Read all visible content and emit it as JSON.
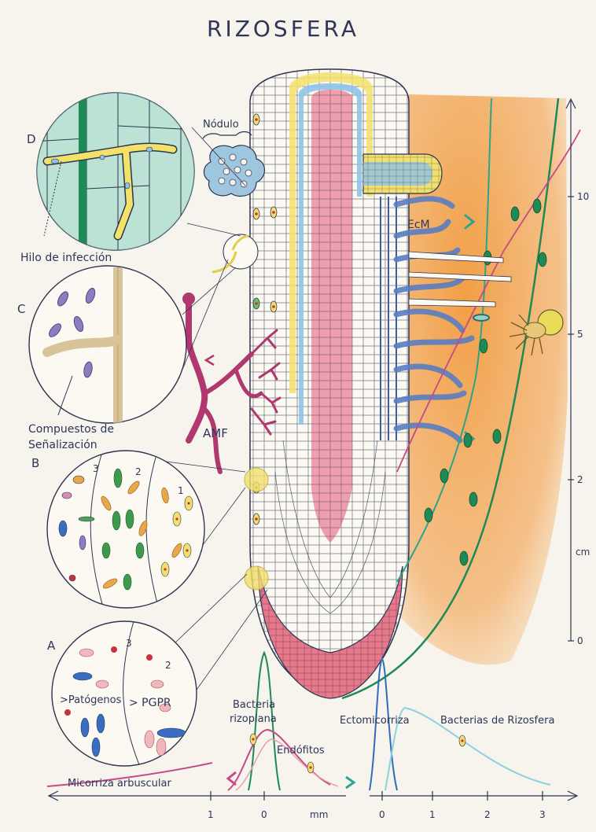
{
  "title": "RIZOSFERA",
  "labels": {
    "nodulo": "Nódulo",
    "hilo": "Hilo de infección",
    "compuestos_1": "Compuestos de",
    "compuestos_2": "Señalización",
    "amf": "AMF",
    "ecm": "EcM",
    "patogenos": ">Patógenos",
    "pgpr": "> PGPR",
    "bact_rizo_1": "Bacteria",
    "bact_rizo_2": "rizoplana",
    "endofitos": "Endófitos",
    "ectomicorriza": "Ectomicorriza",
    "bact_rizosfera": "Bacterias de Rizosfera",
    "micorriza": "Micorriza arbuscular",
    "unit_mm": "mm",
    "unit_cm": "cm"
  },
  "panels": {
    "A": "A",
    "B": "B",
    "C": "C",
    "D": "D"
  },
  "panel_numbers": {
    "a3": "3",
    "a2": "2",
    "b3": "3",
    "b2": "2",
    "b1": "1"
  },
  "axis_bottom_left": [
    "1",
    "0"
  ],
  "axis_bottom_right": [
    "0",
    "1",
    "2",
    "3"
  ],
  "axis_right": [
    "10",
    "5",
    "2",
    "0"
  ],
  "colors": {
    "soil_orange": "#f0a24a",
    "nodule_blue": "#9ec6de",
    "root_tip_pink": "#e87c8a",
    "vascular_pink": "#ec9aa8",
    "amf_magenta": "#b0386e",
    "ecm_blue": "#4a6fb0",
    "hypha_green": "#1e8a55",
    "hypha_teal": "#2aa58a",
    "sensor_yellow": "#f2e06e",
    "pgpr_blue": "#3a6cc0",
    "pathogen_red": "#c8323c"
  }
}
